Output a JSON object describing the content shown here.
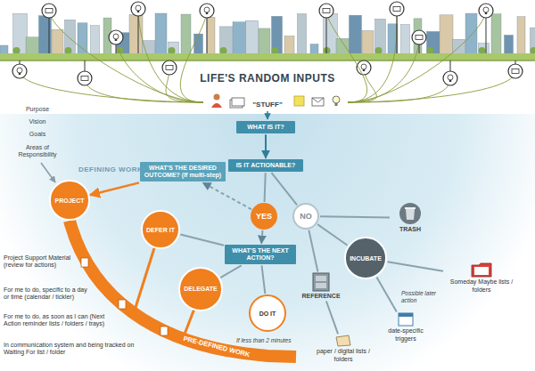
{
  "diagram": {
    "title": "LIFE'S RANDOM INPUTS",
    "nodes": [
      {
        "text": [
          "WHAT IS IT?"
        ]
      },
      {
        "text": [
          "IS IT ACTIONABLE?"
        ]
      },
      {
        "text": [
          "WHAT'S THE DESIRED OUTCOME? (If multi-step)"
        ]
      },
      {
        "text": [
          "YES"
        ]
      },
      {
        "text": [
          "NO"
        ]
      },
      {
        "text": [
          "TRASH"
        ]
      },
      {
        "text": [
          "INCUBATE"
        ]
      },
      {
        "text": [
          "REFERENCE"
        ]
      },
      {
        "text": [
          "WHAT'S THE NEXT ACTION?"
        ]
      },
      {
        "text": [
          "PROJECT"
        ]
      },
      {
        "text": [
          "DEFER IT"
        ]
      },
      {
        "text": [
          "DELEGATE"
        ]
      },
      {
        "text": [
          "DO IT"
        ]
      },
      {
        "text": [
          "Someday Maybe lists / folders"
        ]
      },
      {
        "text": [
          "date-specific triggers"
        ]
      },
      {
        "text": [
          "paper / digital lists / folders"
        ]
      }
    ],
    "edges": [
      {
        "from": 0,
        "to": 1,
        "arrow": "to"
      },
      {
        "from": 1,
        "to": 3,
        "arrow": "none"
      },
      {
        "from": 1,
        "to": 4,
        "arrow": "none"
      },
      {
        "from": 3,
        "to": 2,
        "arrow": "to"
      },
      {
        "from": 2,
        "to": 9,
        "arrow": "to"
      },
      {
        "from": 3,
        "to": 8,
        "arrow": "to"
      },
      {
        "from": 8,
        "to": 12,
        "arrow": "none"
      },
      {
        "from": 8,
        "to": 11,
        "arrow": "none"
      },
      {
        "from": 8,
        "to": 10,
        "arrow": "none"
      },
      {
        "from": 4,
        "to": 5,
        "arrow": "none"
      },
      {
        "from": 4,
        "to": 6,
        "arrow": "none"
      },
      {
        "from": 4,
        "to": 7,
        "arrow": "none"
      },
      {
        "from": 6,
        "to": 13,
        "arrow": "none"
      },
      {
        "from": 6,
        "to": 14,
        "arrow": "none"
      },
      {
        "from": 7,
        "to": 15,
        "arrow": "none"
      }
    ],
    "labels": [
      "\"STUFF\"",
      "DEFINING WORK",
      "Purpose",
      "Vision",
      "Goals",
      "Areas of Responsibility",
      "Project Support Material (review for actions)",
      "For me to do, specific to a day or time (calendar / tickler)",
      "For me to do, as soon as I can (Next Action reminder lists / folders / trays)",
      "In communication system and being tracked on Waiting For list / folder",
      "PRE-DEFINED WORK",
      "Possible later action",
      "If less than 2 minutes"
    ]
  }
}
